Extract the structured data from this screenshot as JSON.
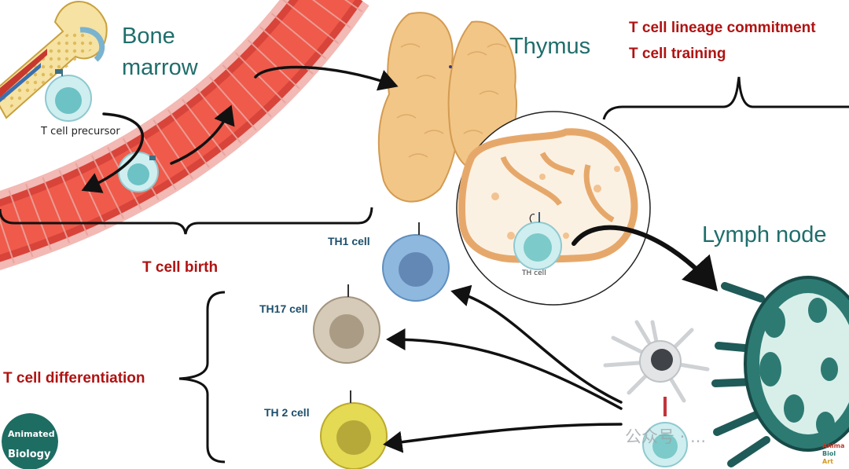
{
  "organs": {
    "bone_marrow_line1": "Bone",
    "bone_marrow_line2": "marrow",
    "thymus": "Thymus",
    "lymph_node": "Lymph node"
  },
  "stages": {
    "lineage_commitment": "T cell lineage commitment",
    "training": "T cell training",
    "birth": "T cell birth",
    "differentiation": "T cell differentiation"
  },
  "cells": {
    "precursor": "T cell precursor",
    "th1": "TH1 cell",
    "th17": "TH17 cell",
    "th2": "TH 2 cell",
    "thymic_t": "TH cell"
  },
  "logo": {
    "text": "Animated Biology"
  },
  "watermark": "公众号 · ..."
}
